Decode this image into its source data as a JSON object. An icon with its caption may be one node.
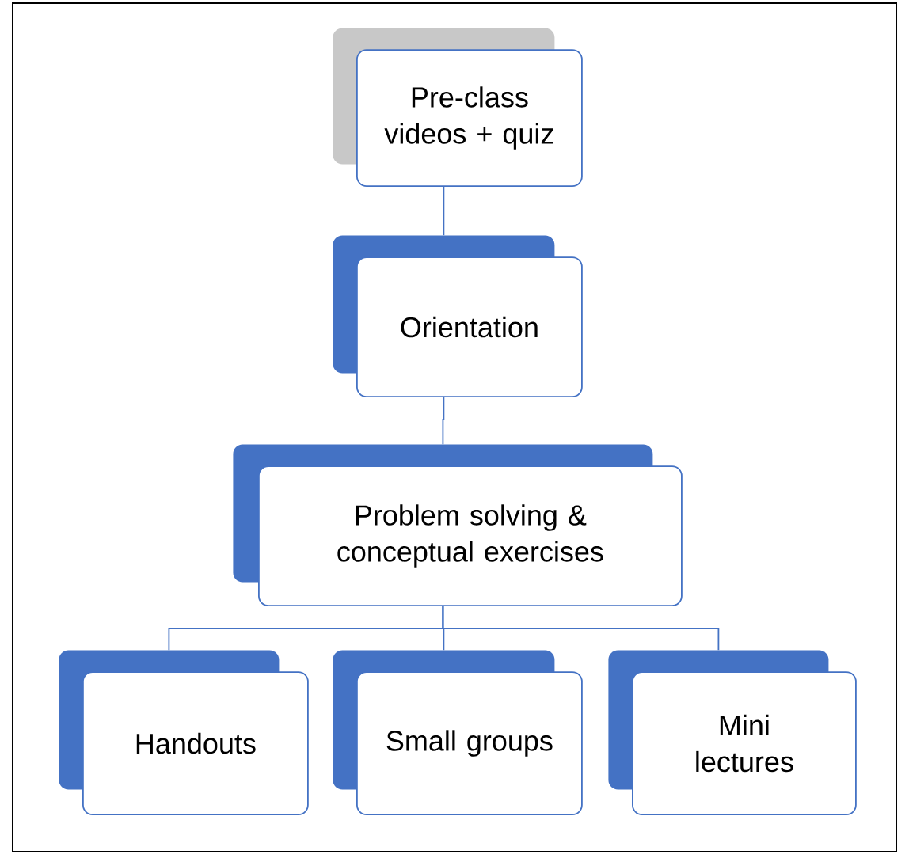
{
  "diagram": {
    "nodes": [
      {
        "text": [
          "Pre-class videos + quiz"
        ]
      },
      {
        "text": [
          "Orientation"
        ]
      },
      {
        "text": [
          "Problem solving & conceptual exercises"
        ]
      },
      {
        "text": [
          "Handouts"
        ]
      },
      {
        "text": [
          "Small groups"
        ]
      },
      {
        "text": [
          "Mini lectures"
        ]
      }
    ],
    "edges": [
      {
        "from": 0,
        "to": 1,
        "arrow": "none"
      },
      {
        "from": 1,
        "to": 2,
        "arrow": "none"
      },
      {
        "from": 2,
        "to": 3,
        "arrow": "none"
      },
      {
        "from": 2,
        "to": 4,
        "arrow": "none"
      },
      {
        "from": 2,
        "to": 5,
        "arrow": "none"
      }
    ]
  }
}
